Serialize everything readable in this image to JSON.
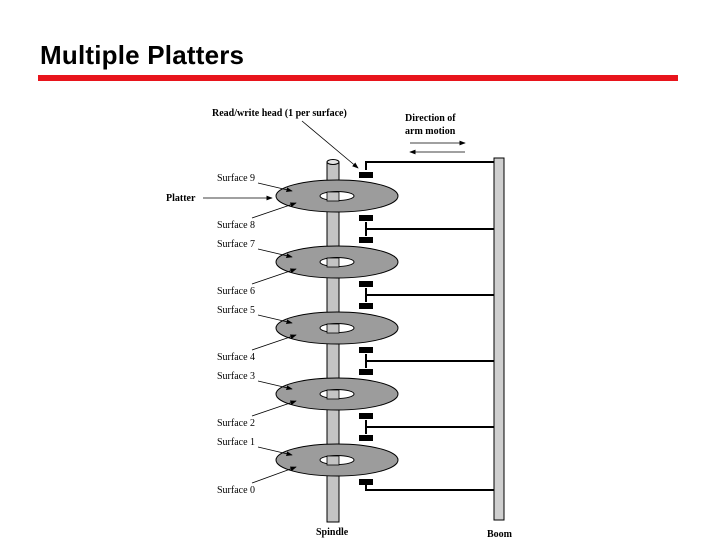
{
  "slide": {
    "title": "Multiple Platters",
    "accent_color": "#e8141c"
  },
  "diagram": {
    "labels": {
      "head": "Read/write head (1 per surface)",
      "direction": "Direction of",
      "direction_line2": "arm motion",
      "platter": "Platter",
      "spindle": "Spindle",
      "boom": "Boom"
    },
    "surfaces": [
      "Surface 9",
      "Surface 8",
      "Surface 7",
      "Surface 6",
      "Surface 5",
      "Surface 4",
      "Surface 3",
      "Surface 2",
      "Surface 1",
      "Surface 0"
    ],
    "platter_color": "#9c9c9c",
    "spindle_color": "#c4c4c4",
    "boom_color": "#cfcfcf"
  }
}
